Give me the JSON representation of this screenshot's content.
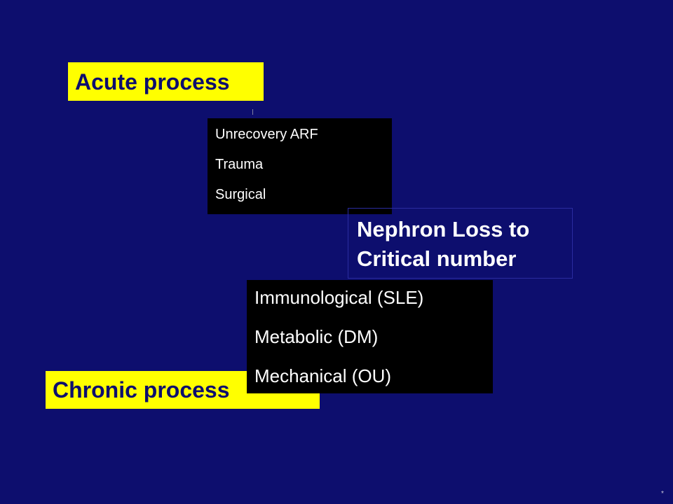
{
  "acute_label": "Acute process",
  "chronic_label": "Chronic process",
  "acute_causes": [
    "Unrecovery ARF",
    "Trauma",
    "Surgical"
  ],
  "chronic_causes": [
    "Immunological (SLE)",
    "Metabolic (DM)",
    "Mechanical (OU)"
  ],
  "outcome": {
    "line1": "Nephron Loss to",
    "line2": "Critical number"
  },
  "corner_mark": "*",
  "colors": {
    "background": "#0d0e6e",
    "label_box": "#ffff00",
    "cause_box": "#000000",
    "text_light": "#ffffff"
  }
}
